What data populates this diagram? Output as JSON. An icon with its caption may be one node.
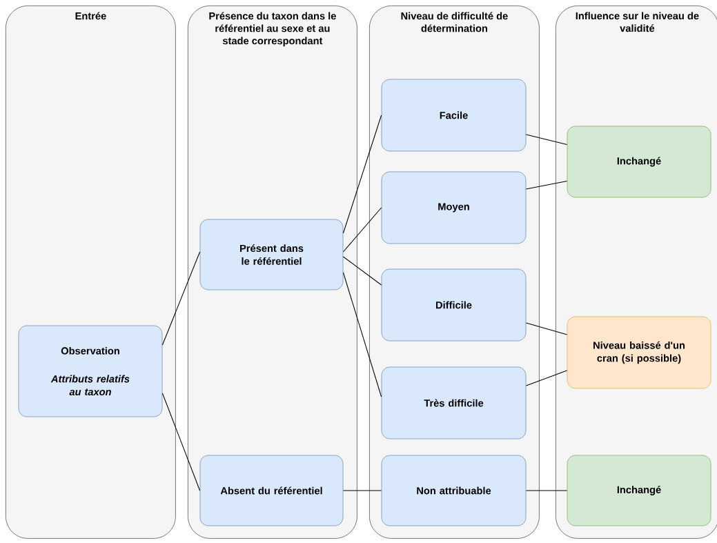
{
  "diagram": {
    "nodes": [
      {
        "text": [
          "Entrée"
        ]
      },
      {
        "text": [
          "Présence du taxon dans le référentiel au sexe et au stade correspondant"
        ]
      },
      {
        "text": [
          "Niveau de difficulté de détermination"
        ]
      },
      {
        "text": [
          "Influence sur le niveau de validité"
        ]
      },
      {
        "text": [
          "Observation",
          "Attributs relatifs au taxon"
        ],
        "in": 0
      },
      {
        "text": [
          "Présent dans le référentiel"
        ],
        "in": 1
      },
      {
        "text": [
          "Absent du référentiel"
        ],
        "in": 1
      },
      {
        "text": [
          "Facile"
        ],
        "in": 2
      },
      {
        "text": [
          "Moyen"
        ],
        "in": 2
      },
      {
        "text": [
          "Difficile"
        ],
        "in": 2
      },
      {
        "text": [
          "Très difficile"
        ],
        "in": 2
      },
      {
        "text": [
          "Non attribuable"
        ],
        "in": 2
      },
      {
        "text": [
          "Inchangé"
        ],
        "in": 3
      },
      {
        "text": [
          "Niveau baissé d'un cran (si possible)"
        ],
        "in": 3
      },
      {
        "text": [
          "Inchangé"
        ],
        "in": 3
      }
    ],
    "edges": [
      {
        "from": 4,
        "to": 5,
        "arrow": "none"
      },
      {
        "from": 4,
        "to": 6,
        "arrow": "none"
      },
      {
        "from": 5,
        "to": 7,
        "arrow": "none"
      },
      {
        "from": 5,
        "to": 8,
        "arrow": "none"
      },
      {
        "from": 5,
        "to": 9,
        "arrow": "none"
      },
      {
        "from": 5,
        "to": 10,
        "arrow": "none"
      },
      {
        "from": 6,
        "to": 11,
        "arrow": "none"
      },
      {
        "from": 7,
        "to": 12,
        "arrow": "none"
      },
      {
        "from": 8,
        "to": 12,
        "arrow": "none"
      },
      {
        "from": 9,
        "to": 13,
        "arrow": "none"
      },
      {
        "from": 10,
        "to": 13,
        "arrow": "none"
      },
      {
        "from": 11,
        "to": 14,
        "arrow": "none"
      }
    ]
  }
}
